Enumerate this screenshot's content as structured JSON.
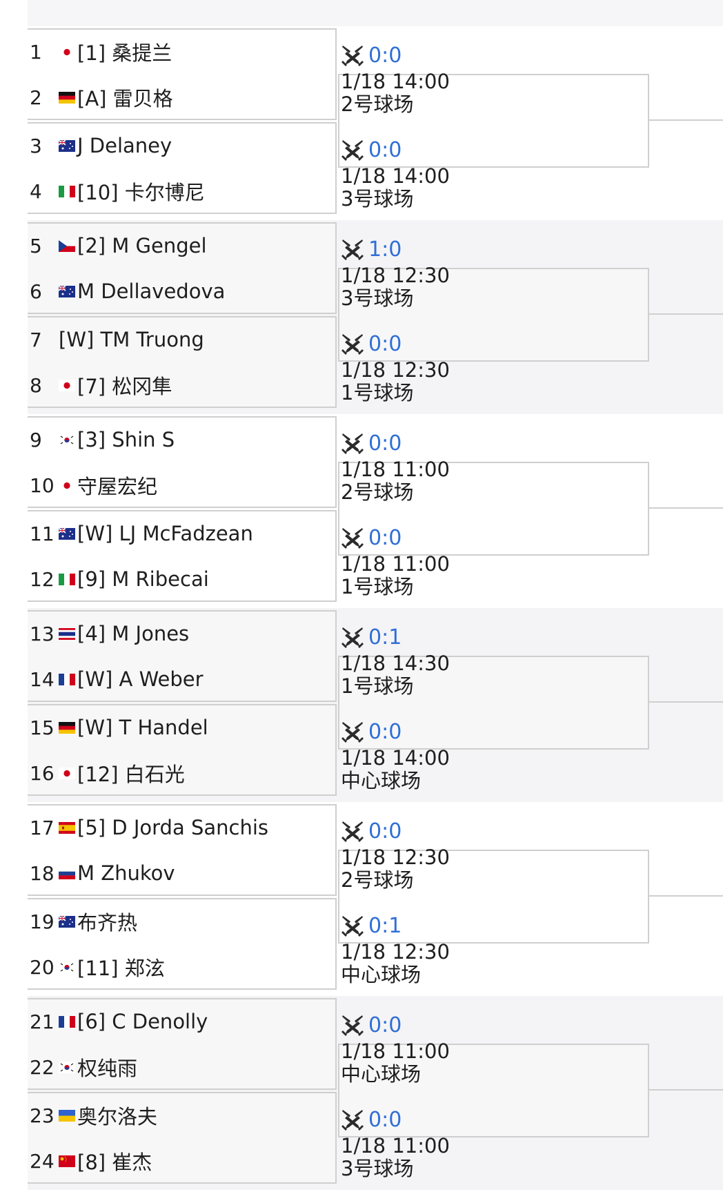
{
  "bracket": {
    "groups": [
      {
        "players": [
          {
            "no": "1",
            "flag": "JPN",
            "name": "[1] 桑提兰"
          },
          {
            "no": "2",
            "flag": "GER",
            "name": "[A] 雷贝格"
          },
          {
            "no": "3",
            "flag": "AUS",
            "name": "J Delaney"
          },
          {
            "no": "4",
            "flag": "ITA",
            "name": "[10] 卡尔博尼"
          }
        ],
        "matches": [
          {
            "score": "0:0",
            "time": "1/18 14:00",
            "court": "2号球场"
          },
          {
            "score": "0:0",
            "time": "1/18 14:00",
            "court": "3号球场"
          }
        ]
      },
      {
        "players": [
          {
            "no": "5",
            "flag": "CZE",
            "name": "[2] M Gengel"
          },
          {
            "no": "6",
            "flag": "AUS",
            "name": "M Dellavedova"
          },
          {
            "no": "7",
            "flag": "",
            "name": "[W] TM Truong"
          },
          {
            "no": "8",
            "flag": "JPN",
            "name": "[7] 松冈隼"
          }
        ],
        "matches": [
          {
            "score": "1:0",
            "time": "1/18 12:30",
            "court": "3号球场"
          },
          {
            "score": "0:0",
            "time": "1/18 12:30",
            "court": "1号球场"
          }
        ]
      },
      {
        "players": [
          {
            "no": "9",
            "flag": "KOR",
            "name": "[3] Shin S"
          },
          {
            "no": "10",
            "flag": "JPN",
            "name": "守屋宏纪"
          },
          {
            "no": "11",
            "flag": "AUS",
            "name": "[W] LJ McFadzean"
          },
          {
            "no": "12",
            "flag": "ITA",
            "name": "[9] M Ribecai"
          }
        ],
        "matches": [
          {
            "score": "0:0",
            "time": "1/18 11:00",
            "court": "2号球场"
          },
          {
            "score": "0:0",
            "time": "1/18 11:00",
            "court": "1号球场"
          }
        ]
      },
      {
        "players": [
          {
            "no": "13",
            "flag": "THA",
            "name": "[4] M Jones"
          },
          {
            "no": "14",
            "flag": "FRA",
            "name": "[W] A Weber"
          },
          {
            "no": "15",
            "flag": "GER",
            "name": "[W] T Handel"
          },
          {
            "no": "16",
            "flag": "JPN",
            "name": "[12] 白石光"
          }
        ],
        "matches": [
          {
            "score": "0:1",
            "time": "1/18 14:30",
            "court": "1号球场"
          },
          {
            "score": "0:0",
            "time": "1/18 14:00",
            "court": "中心球场"
          }
        ]
      },
      {
        "players": [
          {
            "no": "17",
            "flag": "ESP",
            "name": "[5] D Jorda Sanchis"
          },
          {
            "no": "18",
            "flag": "RUS",
            "name": "M Zhukov"
          },
          {
            "no": "19",
            "flag": "AUS",
            "name": "布齐热"
          },
          {
            "no": "20",
            "flag": "KOR",
            "name": "[11] 郑泫"
          }
        ],
        "matches": [
          {
            "score": "0:0",
            "time": "1/18 12:30",
            "court": "2号球场"
          },
          {
            "score": "0:1",
            "time": "1/18 12:30",
            "court": "中心球场"
          }
        ]
      },
      {
        "players": [
          {
            "no": "21",
            "flag": "FRA",
            "name": "[6] C Denolly"
          },
          {
            "no": "22",
            "flag": "KOR",
            "name": "权纯雨"
          },
          {
            "no": "23",
            "flag": "UKR",
            "name": "奥尔洛夫"
          },
          {
            "no": "24",
            "flag": "CHN",
            "name": "[8] 崔杰"
          }
        ],
        "matches": [
          {
            "score": "0:0",
            "time": "1/18 11:00",
            "court": "中心球场"
          },
          {
            "score": "0:0",
            "time": "1/18 11:00",
            "court": "3号球场"
          }
        ]
      }
    ]
  },
  "colors": {
    "score": "#2f6fd6",
    "border": "#cfcfcf",
    "alt_band": "#f4f4f6"
  }
}
